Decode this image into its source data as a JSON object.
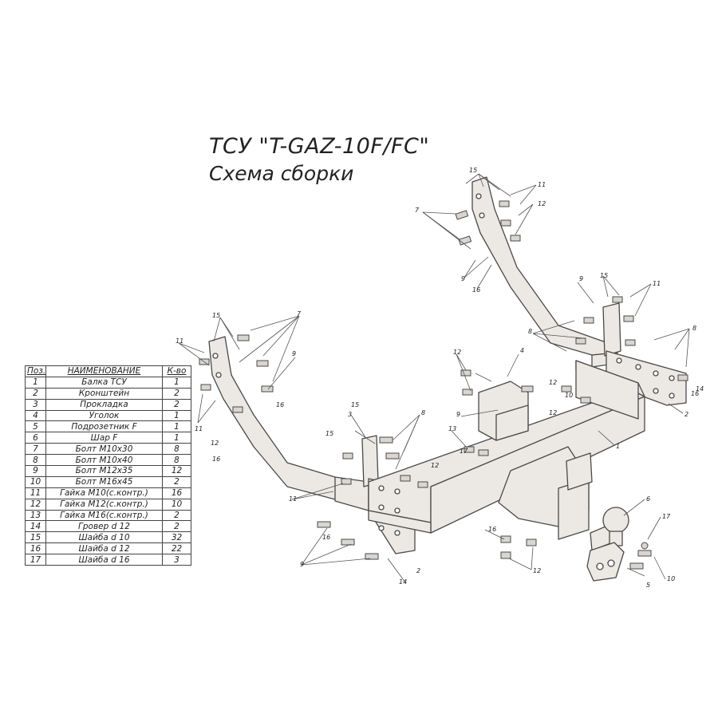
{
  "header": {
    "title": "ТСУ \"T-GAZ-10F/FC\"",
    "subtitle": "Схема сборки"
  },
  "parts_table": {
    "columns": [
      "Поз.",
      "НАИМЕНОВАНИЕ",
      "К-во"
    ],
    "rows": [
      [
        "1",
        "Балка ТСУ",
        "1"
      ],
      [
        "2",
        "Кронштейн",
        "2"
      ],
      [
        "3",
        "Прокладка",
        "2"
      ],
      [
        "4",
        "Уголок",
        "1"
      ],
      [
        "5",
        "Подрозетник F",
        "1"
      ],
      [
        "6",
        "Шар F",
        "1"
      ],
      [
        "7",
        "Болт М10х30",
        "8"
      ],
      [
        "8",
        "Болт М10х40",
        "8"
      ],
      [
        "9",
        "Болт М12х35",
        "12"
      ],
      [
        "10",
        "Болт М16х45",
        "2"
      ],
      [
        "11",
        "Гайка М10(с.контр.)",
        "16"
      ],
      [
        "12",
        "Гайка М12(с.контр.)",
        "10"
      ],
      [
        "13",
        "Гайка  М16(с.контр.)",
        "2"
      ],
      [
        "14",
        "Гровер d 12",
        "2"
      ],
      [
        "15",
        "Шайба d 10",
        "32"
      ],
      [
        "16",
        "Шайба d 12",
        "22"
      ],
      [
        "17",
        "Шайба d 16",
        "3"
      ]
    ]
  },
  "callouts": {
    "c1": "1",
    "c2a": "2",
    "c2b": "2",
    "c3": "3",
    "c4": "4",
    "c5": "5",
    "c6": "6",
    "c7a": "7",
    "c7b": "7",
    "c8a": "8",
    "c8b": "8",
    "c8c": "8",
    "c9a": "9",
    "c9b": "9",
    "c9c": "9",
    "c9d": "9",
    "c9e": "9",
    "c10a": "10",
    "c10b": "10",
    "c11a": "11",
    "c11b": "11",
    "c11c": "11",
    "c11d": "11",
    "c11e": "11",
    "c12a": "12",
    "c12b": "12",
    "c12c": "12",
    "c12d": "12",
    "c12e": "12",
    "c12f": "12",
    "c12g": "12",
    "c13": "13",
    "c14a": "14",
    "c14b": "14",
    "c15a": "15",
    "c15b": "15",
    "c15c": "15",
    "c15d": "15",
    "c15e": "15",
    "c16a": "16",
    "c16b": "16",
    "c16c": "16",
    "c16d": "16",
    "c16e": "16",
    "c16f": "16",
    "c17a": "17",
    "c17b": "17"
  },
  "colors": {
    "part_fill": "#ece8e3",
    "part_stroke": "#4a4a4a",
    "text": "#222222"
  }
}
